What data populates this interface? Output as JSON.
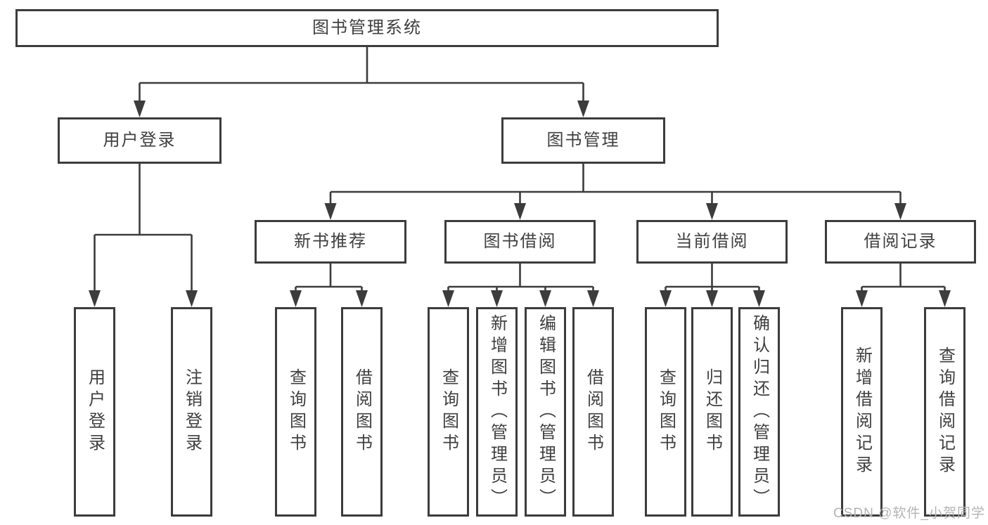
{
  "colors": {
    "line": "#3c3c3c",
    "text": "#3f3f3f",
    "box_fill": "#ffffff",
    "canvas_bg": "#ffffff",
    "watermark": "#b4b4b4"
  },
  "tree": {
    "root": {
      "label": "图书管理系统",
      "children": [
        {
          "label": "用户登录",
          "children": [
            {
              "label": "用户登录"
            },
            {
              "label": "注销登录"
            }
          ]
        },
        {
          "label": "图书管理",
          "children": [
            {
              "label": "新书推荐",
              "children": [
                {
                  "label": "查询图书"
                },
                {
                  "label": "借阅图书"
                }
              ]
            },
            {
              "label": "图书借阅",
              "children": [
                {
                  "label": "查询图书"
                },
                {
                  "label": "新增图书（管理员）"
                },
                {
                  "label": "编辑图书（管理员）"
                },
                {
                  "label": "借阅图书"
                }
              ]
            },
            {
              "label": "当前借阅",
              "children": [
                {
                  "label": "查询图书"
                },
                {
                  "label": "归还图书"
                },
                {
                  "label": "确认归还（管理员）"
                }
              ]
            },
            {
              "label": "借阅记录",
              "children": [
                {
                  "label": "新增借阅记录"
                },
                {
                  "label": "查询借阅记录"
                }
              ]
            }
          ]
        }
      ]
    }
  },
  "watermark": {
    "text": "CSDN @软件_小贺同学"
  }
}
